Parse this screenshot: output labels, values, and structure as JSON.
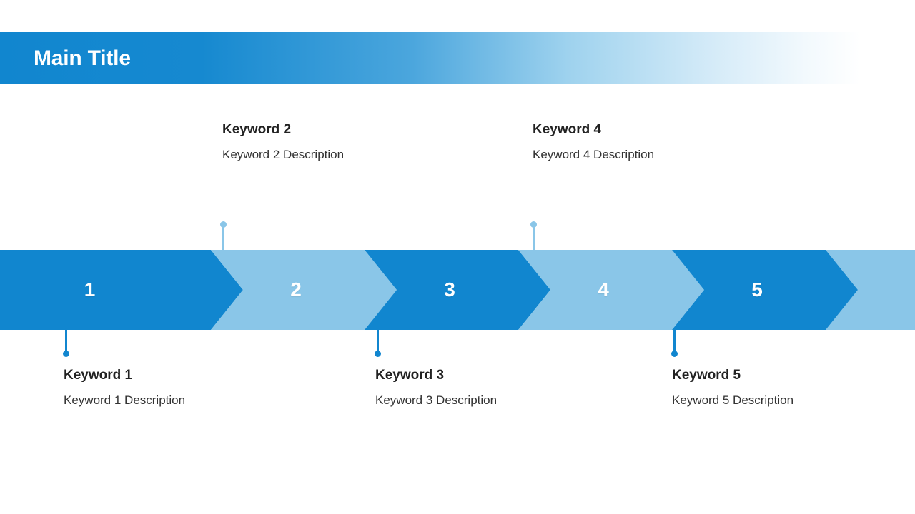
{
  "header": {
    "title": "Main Title",
    "gradient_start": "#1186CF",
    "gradient_end": "#FFFFFF"
  },
  "colors": {
    "primary_dark_blue": "#1186CF",
    "primary_light_blue": "#8AC6E8",
    "text_dark": "#222222",
    "background": "#FFFFFF"
  },
  "process": {
    "steps": [
      {
        "number": "1",
        "title": "Keyword 1",
        "description": "Keyword 1 Description",
        "fill": "#1186CF",
        "position": "bottom"
      },
      {
        "number": "2",
        "title": "Keyword 2",
        "description": "Keyword 2 Description",
        "fill": "#8AC6E8",
        "position": "top"
      },
      {
        "number": "3",
        "title": "Keyword 3",
        "description": "Keyword 3 Description",
        "fill": "#1186CF",
        "position": "bottom"
      },
      {
        "number": "4",
        "title": "Keyword 4",
        "description": "Keyword 4 Description",
        "fill": "#8AC6E8",
        "position": "top"
      },
      {
        "number": "5",
        "title": "Keyword 5",
        "description": "Keyword 5 Description",
        "fill": "#1186CF",
        "position": "bottom"
      }
    ]
  }
}
